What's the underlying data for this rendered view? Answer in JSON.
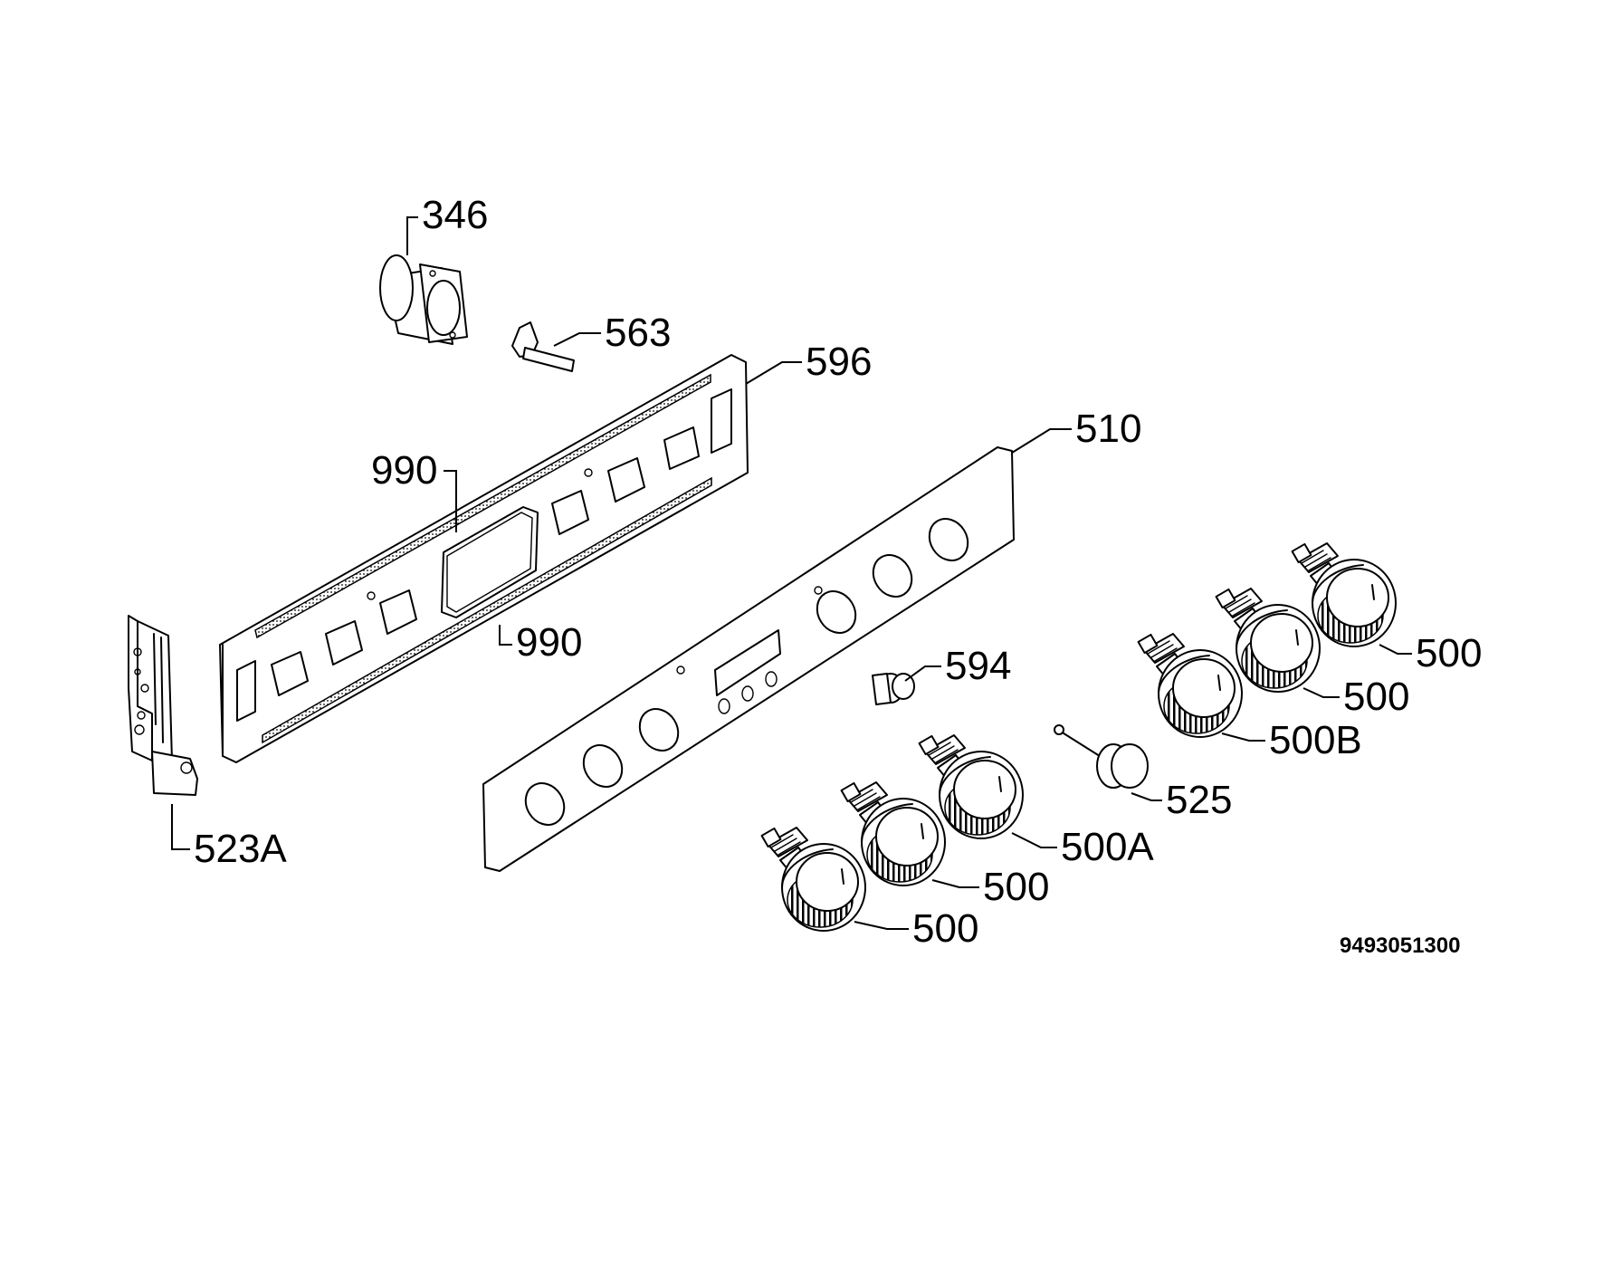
{
  "labels": {
    "p346": "346",
    "p563": "563",
    "p596": "596",
    "p510": "510",
    "p990a": "990",
    "p990b": "990",
    "p594": "594",
    "p523A": "523A",
    "p525": "525",
    "p500a": "500",
    "p500b": "500",
    "p500B": "500B",
    "p500A": "500A",
    "p500c": "500",
    "p500d": "500"
  },
  "drawing_code": "9493051300"
}
